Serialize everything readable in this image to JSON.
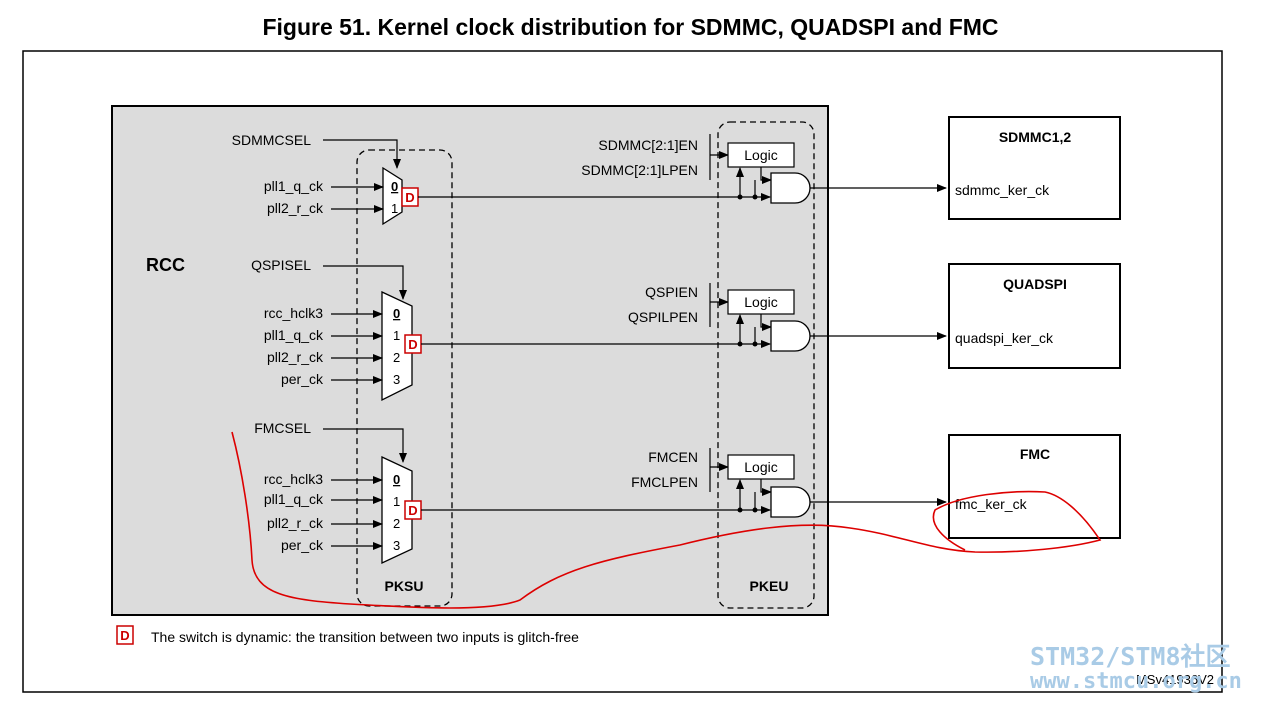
{
  "title": "Figure 51. Kernel clock distribution for SDMMC, QUADSPI and FMC",
  "rcc_label": "RCC",
  "pksu_label": "PKSU",
  "pkeu_label": "PKEU",
  "dynamic_marker": "D",
  "logic_label": "Logic",
  "mux_sdmmc": {
    "select": "SDMMCSEL",
    "inputs": [
      "pll1_q_ck",
      "pll2_r_ck"
    ],
    "indices": [
      "0",
      "1"
    ],
    "enables": [
      "SDMMC[2:1]EN",
      "SDMMC[2:1]LPEN"
    ]
  },
  "mux_qspi": {
    "select": "QSPISEL",
    "inputs": [
      "rcc_hclk3",
      "pll1_q_ck",
      "pll2_r_ck",
      "per_ck"
    ],
    "indices": [
      "0",
      "1",
      "2",
      "3"
    ],
    "enables": [
      "QSPIEN",
      "QSPILPEN"
    ]
  },
  "mux_fmc": {
    "select": "FMCSEL",
    "inputs": [
      "rcc_hclk3",
      "pll1_q_ck",
      "pll2_r_ck",
      "per_ck"
    ],
    "indices": [
      "0",
      "1",
      "2",
      "3"
    ],
    "enables": [
      "FMCEN",
      "FMCLPEN"
    ]
  },
  "peripherals": [
    {
      "name": "SDMMC1,2",
      "clock": "sdmmc_ker_ck"
    },
    {
      "name": "QUADSPI",
      "clock": "quadspi_ker_ck"
    },
    {
      "name": "FMC",
      "clock": "fmc_ker_ck"
    }
  ],
  "legend_text": "The switch is dynamic: the transition between two inputs is glitch-free",
  "figure_id": "MSv41936V2",
  "watermark": {
    "line1": "STM32/STM8社区",
    "line2": "www.stmcu.org.cn"
  },
  "colors": {
    "rcc_fill": "#dcdcdc",
    "dynamic_red": "#cc0000",
    "annotation_red": "#dd0000",
    "watermark": "#a9cbe6"
  }
}
